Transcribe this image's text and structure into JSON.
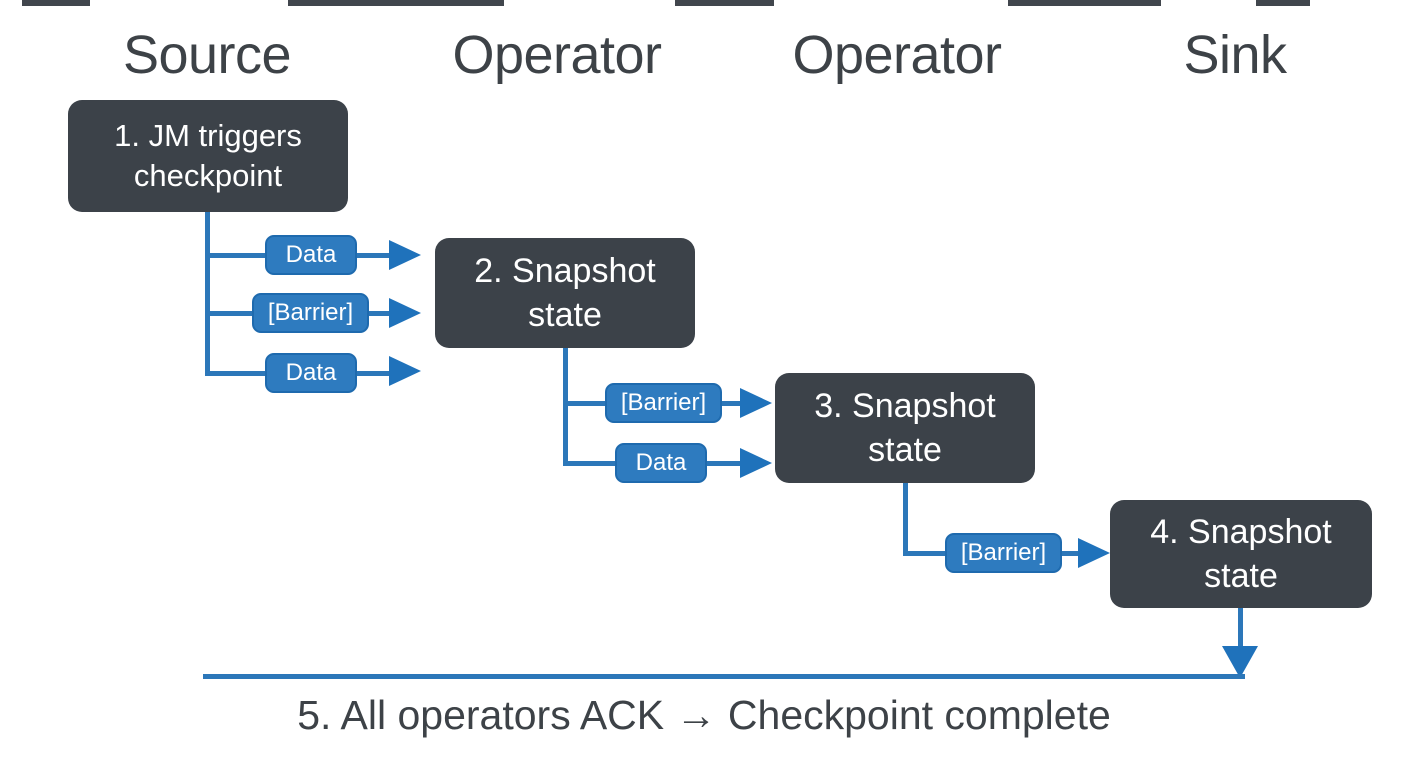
{
  "diagram": {
    "lanes": [
      "Source",
      "Operator",
      "Operator",
      "Sink"
    ],
    "nodes": [
      {
        "line1": "1. JM triggers",
        "line2": "checkpoint"
      },
      {
        "line1": "2. Snapshot",
        "line2": "state"
      },
      {
        "line1": "3. Snapshot",
        "line2": "state"
      },
      {
        "line1": "4. Snapshot",
        "line2": "state"
      }
    ],
    "messages": [
      "Data",
      "[Barrier]",
      "Data",
      "[Barrier]",
      "Data",
      "[Barrier]"
    ],
    "footer": "5. All operators ACK → Checkpoint complete",
    "colors": {
      "node_bg": "#3c4249",
      "node_text": "#ffffff",
      "message_bg": "#2e7bbf",
      "message_border": "#1e6aae",
      "line": "#2c77b9",
      "arrow": "#1f72bb",
      "heading_text": "#3d4247"
    }
  }
}
